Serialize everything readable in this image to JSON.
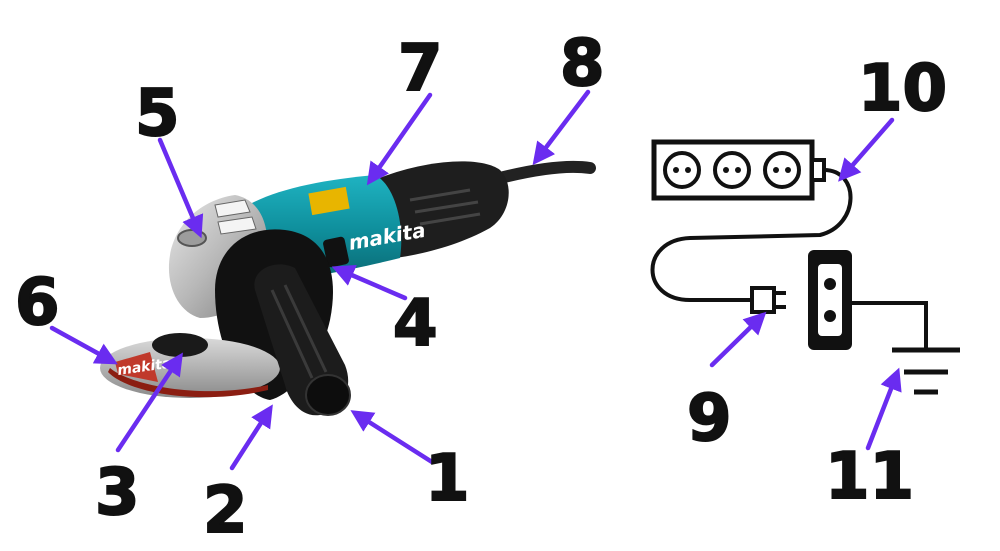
{
  "tool": {
    "brand": "makita",
    "disc_text": "makita"
  },
  "labels": {
    "l1": "1",
    "l2": "2",
    "l3": "3",
    "l4": "4",
    "l5": "5",
    "l6": "6",
    "l7": "7",
    "l8": "8",
    "l9": "9",
    "l10": "10",
    "l11": "11"
  },
  "colors": {
    "arrow": "#6a2cf0",
    "body_teal": "#0f8f9c",
    "handle_black": "#1c1c1c",
    "disc_red": "#c0392b",
    "text_black": "#111111"
  }
}
